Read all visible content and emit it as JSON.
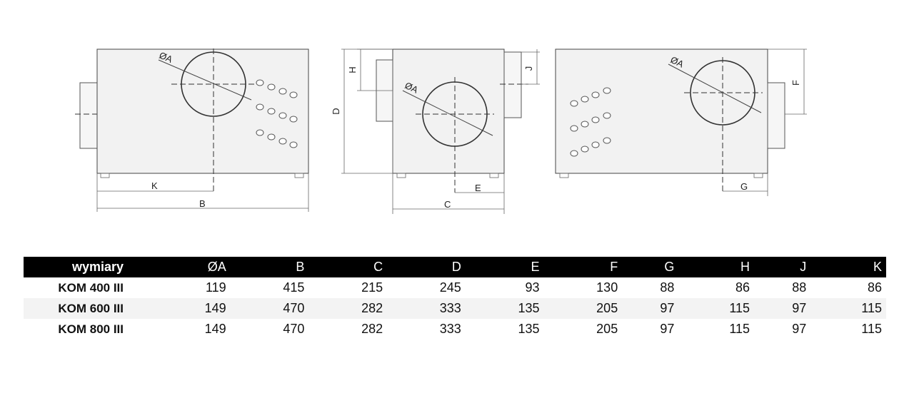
{
  "drawing": {
    "front_view": {
      "label_diameter": "ØA",
      "label_k": "K",
      "label_b": "B"
    },
    "side_view": {
      "label_h": "H",
      "label_j": "J",
      "label_d": "D",
      "label_diameter": "ØA",
      "label_e": "E",
      "label_c": "C"
    },
    "back_view": {
      "label_diameter": "ØA",
      "label_f": "F",
      "label_g": "G"
    }
  },
  "table": {
    "headers": [
      "wymiary",
      "ØA",
      "B",
      "C",
      "D",
      "E",
      "F",
      "G",
      "H",
      "J",
      "K"
    ],
    "rows": [
      {
        "model": "KOM 400 III",
        "values": [
          "119",
          "415",
          "215",
          "245",
          "93",
          "130",
          "88",
          "86",
          "88",
          "86"
        ]
      },
      {
        "model": "KOM 600 III",
        "values": [
          "149",
          "470",
          "282",
          "333",
          "135",
          "205",
          "97",
          "115",
          "97",
          "115"
        ]
      },
      {
        "model": "KOM 800 III",
        "values": [
          "149",
          "470",
          "282",
          "333",
          "135",
          "205",
          "97",
          "115",
          "97",
          "115"
        ]
      }
    ]
  },
  "colors": {
    "header_bg": "#000000",
    "header_text": "#ffffff",
    "alt_row": "#f3f3f3",
    "line": "#444444"
  }
}
